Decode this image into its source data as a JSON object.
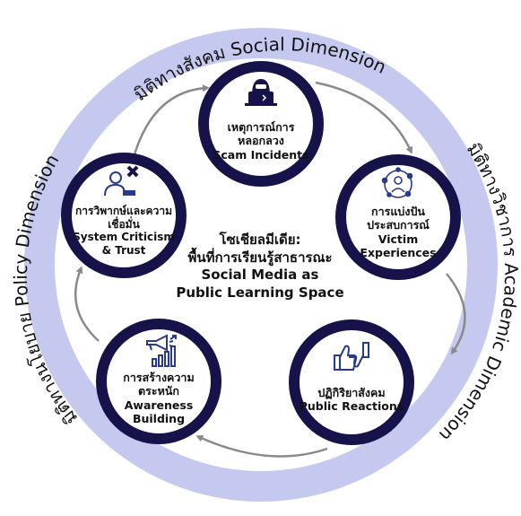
{
  "colors": {
    "outer_ring": "#c5c9ef",
    "node_ring": "#16124a",
    "node_fill": "#ffffff",
    "arrow": "#8a8a8a",
    "text": "#111111"
  },
  "ring_labels": {
    "social": "มิติทางสังคม Social Dimension",
    "academic": "มิติทางวิชาการ Academic Dimension",
    "policy": "มิติทางนโยบาย Policy Dimension"
  },
  "center": {
    "line1": "โซเชียลมีเดีย:",
    "line2": "พื้นที่การเรียนรู้สาธารณะ",
    "line3": "Social Media as",
    "line4": "Public Learning Space"
  },
  "nodes": {
    "scam": {
      "line1": "เหตุการณ์การ",
      "line2": "หลอกลวง",
      "line3": "Scam Incidents",
      "icon": "hacker-laptop-icon"
    },
    "victim": {
      "line1": "การแบ่งปัน",
      "line2": "ประสบการณ์",
      "line3": "Victim",
      "line4": "Experiences",
      "icon": "person-network-icon"
    },
    "public": {
      "line1": "ปฏิกิริยาสังคม",
      "line2": "Public Reactions",
      "icon": "thumbs-up-down-icon"
    },
    "awareness": {
      "line1": "การสร้างความ",
      "line2": "ตระหนัก",
      "line3": "Awareness",
      "line4": "Building",
      "icon": "megaphone-chart-icon"
    },
    "criticism": {
      "line1": "การวิพากษ์และความ",
      "line2": "เชื่อมั่น",
      "line3": "System Criticism",
      "line4": "& Trust",
      "icon": "person-cross-icon"
    }
  }
}
